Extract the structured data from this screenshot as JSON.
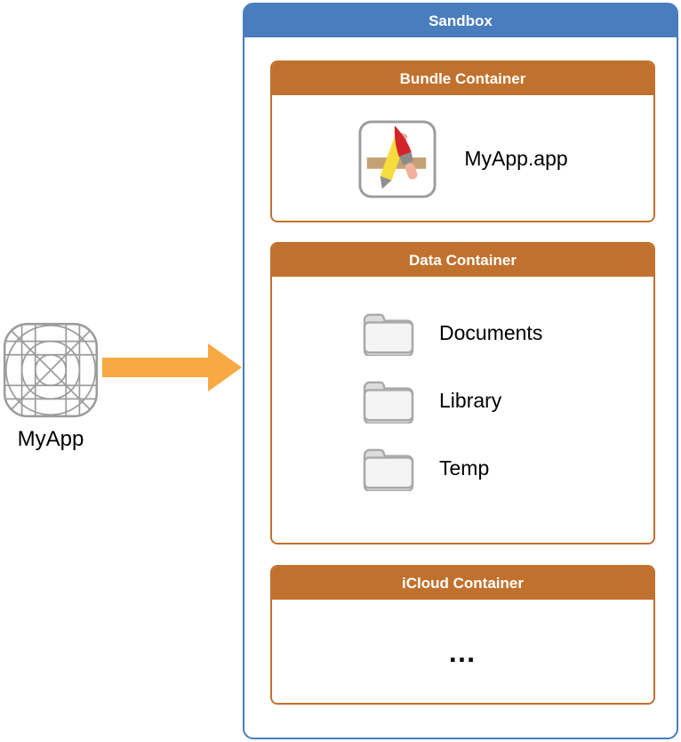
{
  "diagram": {
    "app": {
      "label": "MyApp",
      "icon": "app-grid-icon"
    },
    "arrow": {
      "icon": "arrow-right-icon",
      "direction": "right",
      "color": "#F9A942"
    },
    "sandbox": {
      "title": "Sandbox",
      "containers": [
        {
          "title": "Bundle Container",
          "items": [
            {
              "icon": "app-bundle-icon",
              "label": "MyApp.app"
            }
          ]
        },
        {
          "title": "Data Container",
          "folders": [
            {
              "icon": "folder-icon",
              "label": "Documents"
            },
            {
              "icon": "folder-icon",
              "label": "Library"
            },
            {
              "icon": "folder-icon",
              "label": "Temp"
            }
          ]
        },
        {
          "title": "iCloud Container",
          "placeholder": "…"
        }
      ]
    },
    "colors": {
      "sandbox_blue": "#4A7DBE",
      "container_orange": "#C1712E",
      "arrow_orange": "#F9A942",
      "grid_gray": "#9C9C9C",
      "folder_gray": "#A9A9A9"
    }
  }
}
